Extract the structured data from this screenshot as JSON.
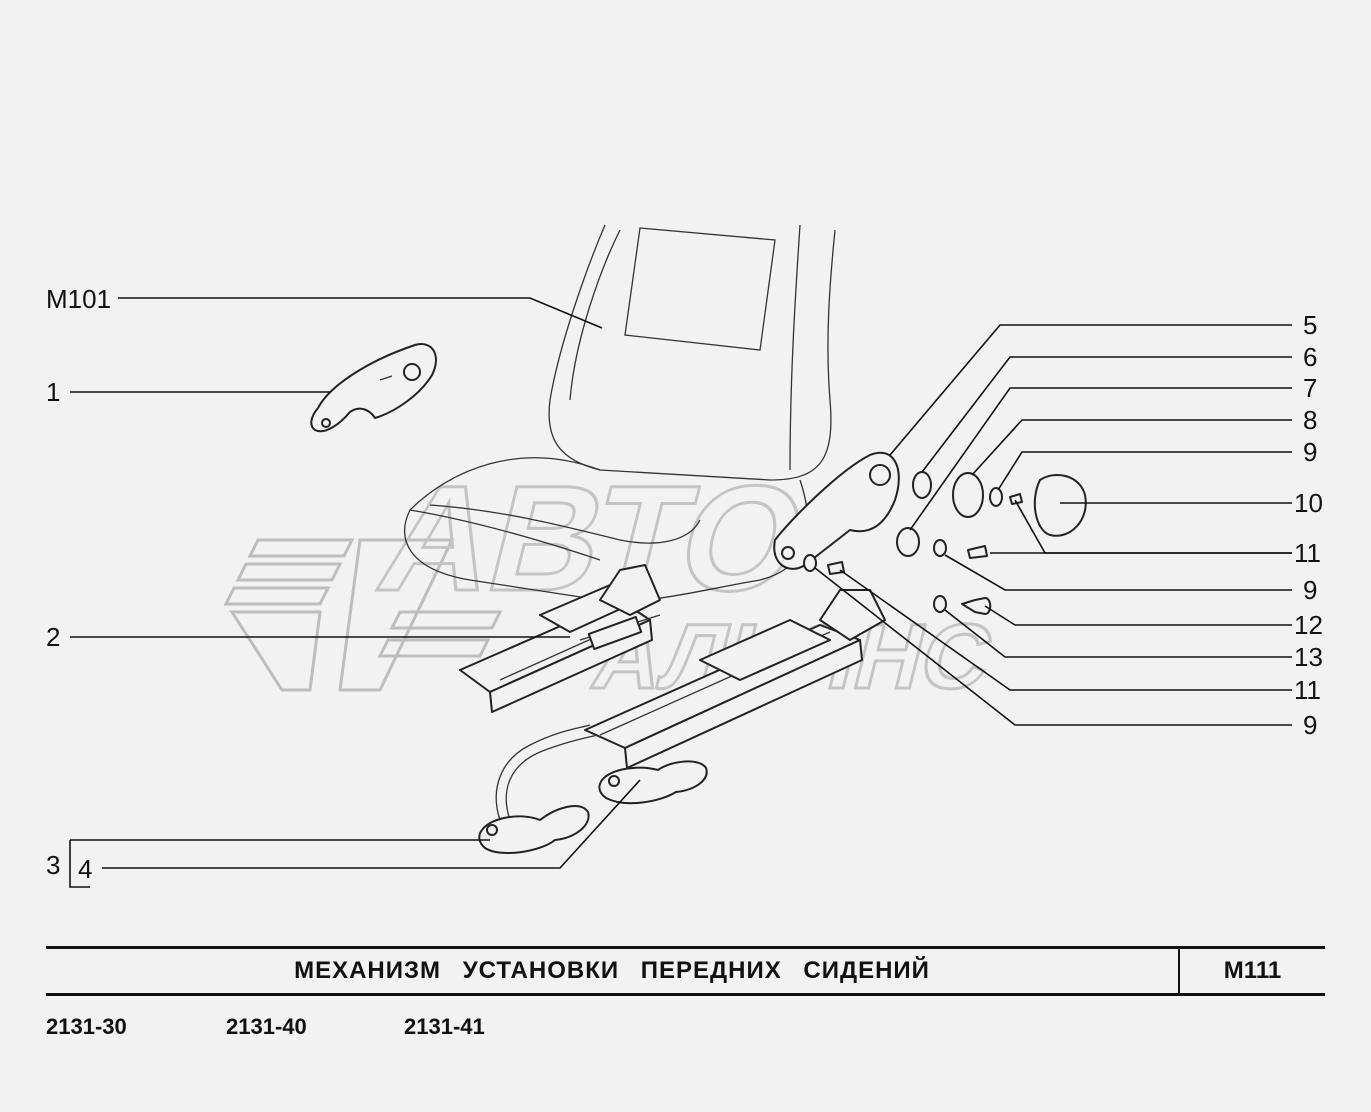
{
  "callouts": {
    "m101": "M101",
    "c1": "1",
    "c2": "2",
    "c3": "3",
    "c4": "4",
    "c5": "5",
    "c6": "6",
    "c7": "7",
    "c8": "8",
    "c9a": "9",
    "c10": "10",
    "c11a": "11",
    "c9b": "9",
    "c12": "12",
    "c13": "13",
    "c11b": "11",
    "c9c": "9"
  },
  "watermark": {
    "line1": "АВТО",
    "line2": "АЛЬЯНС"
  },
  "title": {
    "text": "МЕХАНИЗМ УСТАНОВКИ ПЕРЕДНИХ СИДЕНИЙ",
    "code": "M111"
  },
  "models": [
    "2131-30",
    "2131-40",
    "2131-41"
  ]
}
